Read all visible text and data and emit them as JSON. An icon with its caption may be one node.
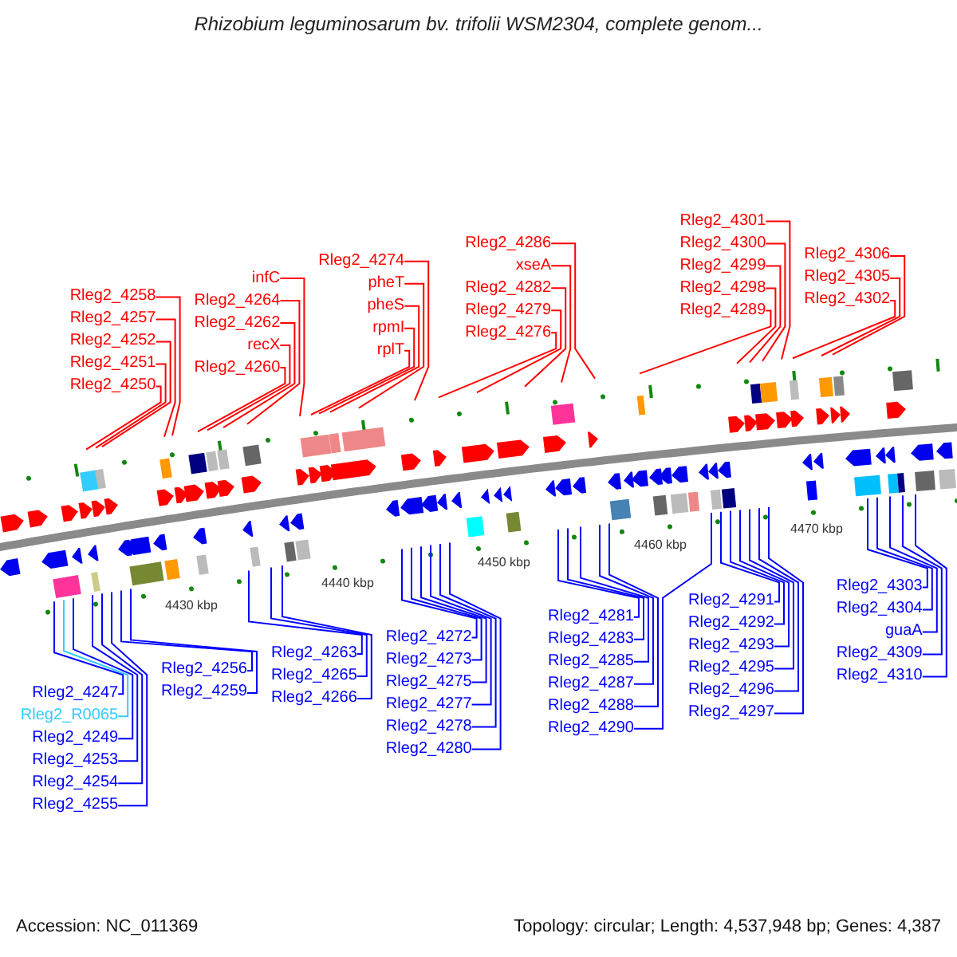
{
  "diagram": {
    "title": "Rhizobium leguminosarum bv. trifolii WSM2304, complete genom...",
    "nodes": [
      {
        "text": [
          "Rleg2_4250"
        ]
      },
      {
        "text": [
          "Rleg2_4251"
        ]
      },
      {
        "text": [
          "Rleg2_4252"
        ]
      },
      {
        "text": [
          "Rleg2_4257"
        ]
      },
      {
        "text": [
          "Rleg2_4258"
        ]
      },
      {
        "text": [
          "Rleg2_4260"
        ]
      },
      {
        "text": [
          "recX"
        ]
      },
      {
        "text": [
          "Rleg2_4262"
        ]
      },
      {
        "text": [
          "Rleg2_4264"
        ]
      },
      {
        "text": [
          "infC"
        ]
      },
      {
        "text": [
          "rplT"
        ]
      },
      {
        "text": [
          "rpmI"
        ]
      },
      {
        "text": [
          "pheS"
        ]
      },
      {
        "text": [
          "pheT"
        ]
      },
      {
        "text": [
          "Rleg2_4274"
        ]
      },
      {
        "text": [
          "Rleg2_4276"
        ]
      },
      {
        "text": [
          "Rleg2_4279"
        ]
      },
      {
        "text": [
          "Rleg2_4282"
        ]
      },
      {
        "text": [
          "xseA"
        ]
      },
      {
        "text": [
          "Rleg2_4286"
        ]
      },
      {
        "text": [
          "Rleg2_4289"
        ]
      },
      {
        "text": [
          "Rleg2_4298"
        ]
      },
      {
        "text": [
          "Rleg2_4299"
        ]
      },
      {
        "text": [
          "Rleg2_4300"
        ]
      },
      {
        "text": [
          "Rleg2_4301"
        ]
      },
      {
        "text": [
          "Rleg2_4302"
        ]
      },
      {
        "text": [
          "Rleg2_4305"
        ]
      },
      {
        "text": [
          "Rleg2_4306"
        ]
      },
      {
        "text": [
          "Rleg2_4247"
        ]
      },
      {
        "text": [
          "Rleg2_R0065"
        ]
      },
      {
        "text": [
          "Rleg2_4249"
        ]
      },
      {
        "text": [
          "Rleg2_4253"
        ]
      },
      {
        "text": [
          "Rleg2_4254"
        ]
      },
      {
        "text": [
          "Rleg2_4255"
        ]
      },
      {
        "text": [
          "Rleg2_4256"
        ]
      },
      {
        "text": [
          "Rleg2_4259"
        ]
      },
      {
        "text": [
          "Rleg2_4263"
        ]
      },
      {
        "text": [
          "Rleg2_4265"
        ]
      },
      {
        "text": [
          "Rleg2_4266"
        ]
      },
      {
        "text": [
          "Rleg2_4272"
        ]
      },
      {
        "text": [
          "Rleg2_4273"
        ]
      },
      {
        "text": [
          "Rleg2_4275"
        ]
      },
      {
        "text": [
          "Rleg2_4277"
        ]
      },
      {
        "text": [
          "Rleg2_4278"
        ]
      },
      {
        "text": [
          "Rleg2_4280"
        ]
      },
      {
        "text": [
          "Rleg2_4281"
        ]
      },
      {
        "text": [
          "Rleg2_4283"
        ]
      },
      {
        "text": [
          "Rleg2_4285"
        ]
      },
      {
        "text": [
          "Rleg2_4287"
        ]
      },
      {
        "text": [
          "Rleg2_4288"
        ]
      },
      {
        "text": [
          "Rleg2_4290"
        ]
      },
      {
        "text": [
          "Rleg2_4291"
        ]
      },
      {
        "text": [
          "Rleg2_4292"
        ]
      },
      {
        "text": [
          "Rleg2_4293"
        ]
      },
      {
        "text": [
          "Rleg2_4295"
        ]
      },
      {
        "text": [
          "Rleg2_4296"
        ]
      },
      {
        "text": [
          "Rleg2_4297"
        ]
      },
      {
        "text": [
          "Rleg2_4303"
        ]
      },
      {
        "text": [
          "Rleg2_4304"
        ]
      },
      {
        "text": [
          "guaA"
        ]
      },
      {
        "text": [
          "Rleg2_4309"
        ]
      },
      {
        "text": [
          "Rleg2_4310"
        ]
      }
    ],
    "edges": [
      {
        "from": 0,
        "to": null,
        "arrow": "none",
        "color": "#ff0000"
      },
      {
        "from": 1,
        "to": null,
        "arrow": "none",
        "color": "#ff0000"
      },
      {
        "from": 2,
        "to": null,
        "arrow": "none",
        "color": "#ff0000"
      },
      {
        "from": 3,
        "to": null,
        "arrow": "none",
        "color": "#ff0000"
      },
      {
        "from": 4,
        "to": null,
        "arrow": "none",
        "color": "#ff0000"
      },
      {
        "from": 5,
        "to": null,
        "arrow": "none",
        "color": "#ff0000"
      },
      {
        "from": 6,
        "to": null,
        "arrow": "none",
        "color": "#ff0000"
      },
      {
        "from": 7,
        "to": null,
        "arrow": "none",
        "color": "#ff0000"
      },
      {
        "from": 8,
        "to": null,
        "arrow": "none",
        "color": "#ff0000"
      },
      {
        "from": 9,
        "to": null,
        "arrow": "none",
        "color": "#ff0000"
      },
      {
        "from": 10,
        "to": null,
        "arrow": "none",
        "color": "#ff0000"
      },
      {
        "from": 11,
        "to": null,
        "arrow": "none",
        "color": "#ff0000"
      },
      {
        "from": 12,
        "to": null,
        "arrow": "none",
        "color": "#ff0000"
      },
      {
        "from": 13,
        "to": null,
        "arrow": "none",
        "color": "#ff0000"
      },
      {
        "from": 14,
        "to": null,
        "arrow": "none",
        "color": "#ff0000"
      },
      {
        "from": 15,
        "to": null,
        "arrow": "none",
        "color": "#ff0000"
      },
      {
        "from": 16,
        "to": null,
        "arrow": "none",
        "color": "#ff0000"
      },
      {
        "from": 17,
        "to": null,
        "arrow": "none",
        "color": "#ff0000"
      },
      {
        "from": 18,
        "to": null,
        "arrow": "none",
        "color": "#ff0000"
      },
      {
        "from": 19,
        "to": null,
        "arrow": "none",
        "color": "#ff0000"
      },
      {
        "from": 20,
        "to": null,
        "arrow": "none",
        "color": "#ff0000"
      },
      {
        "from": 21,
        "to": null,
        "arrow": "none",
        "color": "#ff0000"
      },
      {
        "from": 22,
        "to": null,
        "arrow": "none",
        "color": "#ff0000"
      },
      {
        "from": 23,
        "to": null,
        "arrow": "none",
        "color": "#ff0000"
      },
      {
        "from": 24,
        "to": null,
        "arrow": "none",
        "color": "#ff0000"
      },
      {
        "from": 25,
        "to": null,
        "arrow": "none",
        "color": "#ff0000"
      },
      {
        "from": 26,
        "to": null,
        "arrow": "none",
        "color": "#ff0000"
      },
      {
        "from": 27,
        "to": null,
        "arrow": "none",
        "color": "#ff0000"
      },
      {
        "from": 28,
        "to": null,
        "arrow": "none"
      },
      {
        "from": 29,
        "to": null,
        "arrow": "none",
        "color": "#33ccff"
      },
      {
        "from": 30,
        "to": null,
        "arrow": "none"
      },
      {
        "from": 31,
        "to": null,
        "arrow": "none"
      },
      {
        "from": 32,
        "to": null,
        "arrow": "none"
      },
      {
        "from": 33,
        "to": null,
        "arrow": "none"
      },
      {
        "from": 34,
        "to": null,
        "arrow": "none"
      },
      {
        "from": 35,
        "to": null,
        "arrow": "none"
      },
      {
        "from": 36,
        "to": null,
        "arrow": "none"
      },
      {
        "from": 37,
        "to": null,
        "arrow": "none"
      },
      {
        "from": 38,
        "to": null,
        "arrow": "none"
      },
      {
        "from": 39,
        "to": null,
        "arrow": "none"
      },
      {
        "from": 40,
        "to": null,
        "arrow": "none"
      },
      {
        "from": 41,
        "to": null,
        "arrow": "none"
      },
      {
        "from": 42,
        "to": null,
        "arrow": "none"
      },
      {
        "from": 43,
        "to": null,
        "arrow": "none"
      },
      {
        "from": 44,
        "to": null,
        "arrow": "none"
      },
      {
        "from": 45,
        "to": null,
        "arrow": "none"
      },
      {
        "from": 46,
        "to": null,
        "arrow": "none"
      },
      {
        "from": 47,
        "to": null,
        "arrow": "none"
      },
      {
        "from": 48,
        "to": null,
        "arrow": "none"
      },
      {
        "from": 49,
        "to": null,
        "arrow": "none"
      },
      {
        "from": 50,
        "to": null,
        "arrow": "none"
      },
      {
        "from": 51,
        "to": null,
        "arrow": "none"
      },
      {
        "from": 52,
        "to": null,
        "arrow": "none"
      },
      {
        "from": 53,
        "to": null,
        "arrow": "none"
      },
      {
        "from": 54,
        "to": null,
        "arrow": "none"
      },
      {
        "from": 55,
        "to": null,
        "arrow": "none"
      },
      {
        "from": 56,
        "to": null,
        "arrow": "none"
      },
      {
        "from": 57,
        "to": null,
        "arrow": "none"
      },
      {
        "from": 58,
        "to": null,
        "arrow": "none"
      },
      {
        "from": 59,
        "to": null,
        "arrow": "none"
      },
      {
        "from": 60,
        "to": null,
        "arrow": "none"
      },
      {
        "from": 61,
        "to": null,
        "arrow": "none"
      }
    ],
    "labels": [
      "4430 kbp",
      "4440 kbp",
      "4450 kbp",
      "4460 kbp",
      "4470 kbp",
      "Accession: NC_011369",
      "Topology: circular; Length: 4,537,948 bp; Genes: 4,387"
    ]
  }
}
